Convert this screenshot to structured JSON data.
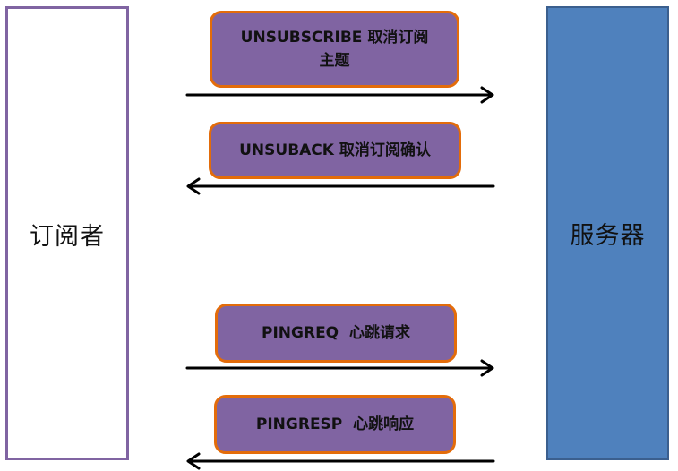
{
  "actors": {
    "subscriber": {
      "label": "订阅者",
      "border_color": "#8064a2",
      "fill": "#ffffff"
    },
    "server": {
      "label": "服务器",
      "border_color": "#3b5f8e",
      "fill": "#4f81bd"
    }
  },
  "messages": [
    {
      "code": "UNSUBSCRIBE",
      "text": "取消订阅主题",
      "direction": "subscriber-to-server"
    },
    {
      "code": "UNSUBACK",
      "text": "取消订阅确认",
      "direction": "server-to-subscriber"
    },
    {
      "code": "PINGREQ",
      "text": "心跳请求",
      "direction": "subscriber-to-server"
    },
    {
      "code": "PINGRESP",
      "text": "心跳响应",
      "direction": "server-to-subscriber"
    }
  ],
  "colors": {
    "message_fill": "#8064a2",
    "message_border": "#e36c0a",
    "arrow": "#000000"
  }
}
